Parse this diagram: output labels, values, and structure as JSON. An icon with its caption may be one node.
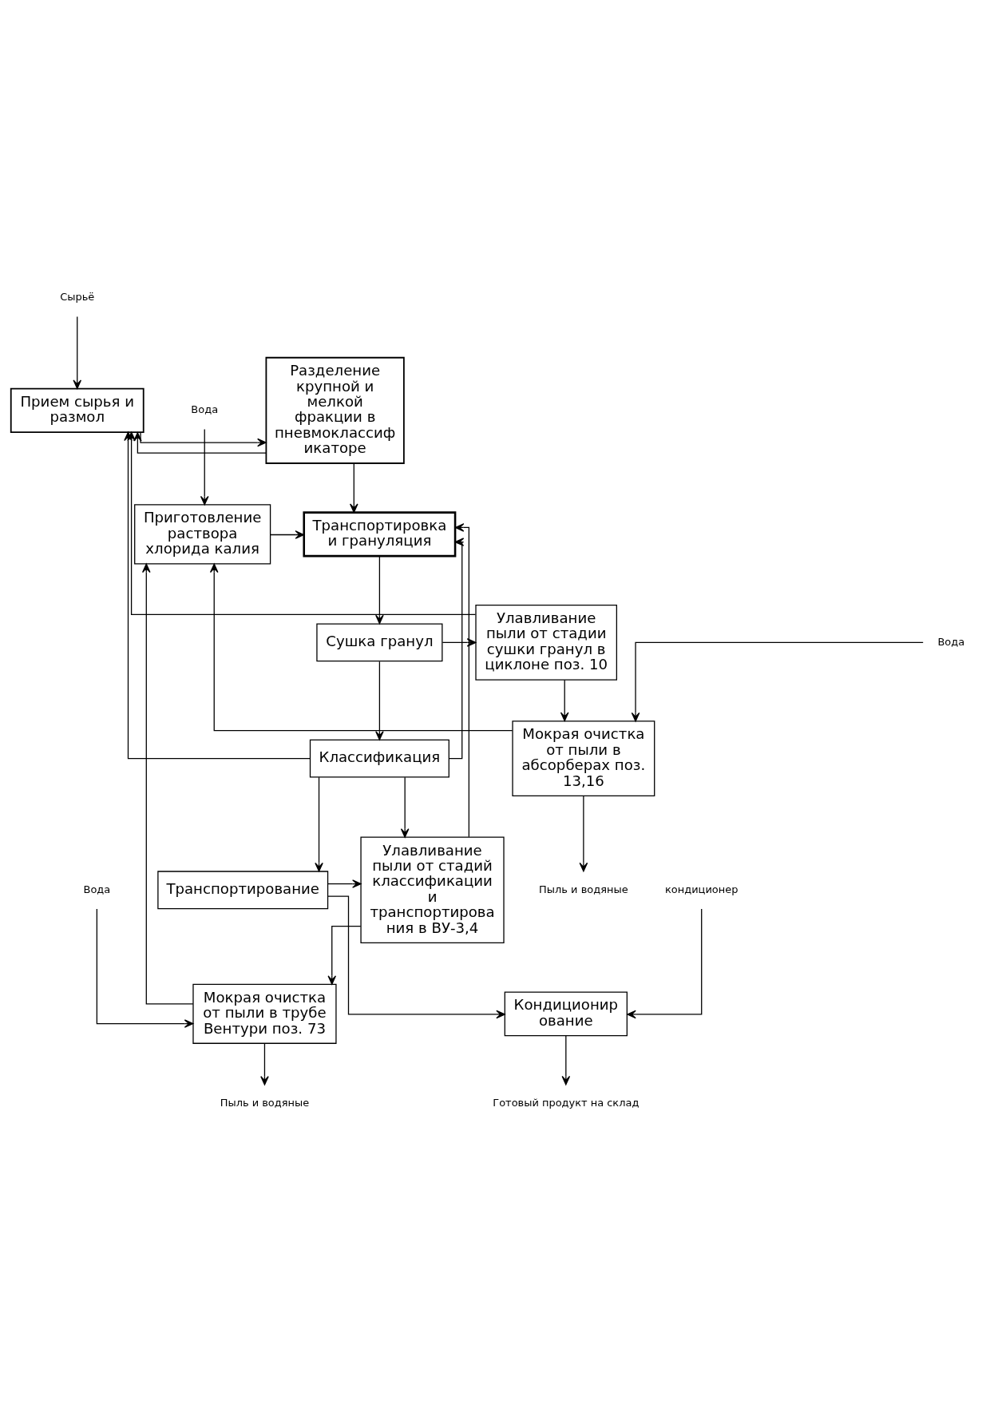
{
  "diagram": {
    "nodes": [
      {
        "text": [
          "Сырьё"
        ]
      },
      {
        "text": [
          "Разделение крупной и мелкой фракции в пневмоклассиф икаторе"
        ]
      },
      {
        "text": [
          "Прием сырья и размол"
        ]
      },
      {
        "text": [
          "Вода"
        ]
      },
      {
        "text": [
          "Приготовление раствора хлорида калия"
        ]
      },
      {
        "text": [
          "Транспортировка и грануляция"
        ]
      },
      {
        "text": [
          "Улавливание пыли от стадии сушки гранул в циклоне поз. 10"
        ]
      },
      {
        "text": [
          "Сушка гранул"
        ]
      },
      {
        "text": [
          "Мокрая очистка от пыли в абсорберах поз. 13,16"
        ]
      },
      {
        "text": [
          "Классификация"
        ]
      },
      {
        "text": [
          "Пыль и водяные"
        ]
      },
      {
        "text": [
          "Улавливание пыли от стадий классификации и транспортирова ния в ВУ-3,4"
        ]
      },
      {
        "text": [
          "Вода"
        ]
      },
      {
        "text": [
          "Транспортирование"
        ]
      },
      {
        "text": [
          "Кондиционир ование"
        ]
      },
      {
        "text": [
          "Готовый продукт на склад"
        ]
      },
      {
        "text": [
          "Пыль и водяные"
        ]
      },
      {
        "text": [
          "Мокрая очистка от пыли в трубе Вентури поз. 73"
        ]
      },
      {
        "text": [
          "кондиционер"
        ]
      },
      {
        "text": [
          "Вода"
        ]
      }
    ],
    "edges": [
      {
        "from": 0,
        "to": 2,
        "arrow": "to"
      },
      {
        "from": 2,
        "to": 1,
        "arrow": "to"
      },
      {
        "from": 1,
        "to": 2,
        "arrow": "to"
      },
      {
        "from": 9,
        "to": 2,
        "arrow": "to"
      },
      {
        "from": 6,
        "to": 2,
        "arrow": "to"
      },
      {
        "from": 1,
        "to": 5,
        "arrow": "to"
      },
      {
        "from": 3,
        "to": 4,
        "arrow": "to"
      },
      {
        "from": 4,
        "to": 5,
        "arrow": "to"
      },
      {
        "from": 17,
        "to": 4,
        "arrow": "to"
      },
      {
        "from": 8,
        "to": 4,
        "arrow": "to"
      },
      {
        "from": 11,
        "to": 5,
        "arrow": "to"
      },
      {
        "from": 9,
        "to": 5,
        "arrow": "to"
      },
      {
        "from": 5,
        "to": 7,
        "arrow": "to"
      },
      {
        "from": 7,
        "to": 6,
        "arrow": "to"
      },
      {
        "from": 7,
        "to": 9,
        "arrow": "to"
      },
      {
        "from": 6,
        "to": 8,
        "arrow": "to"
      },
      {
        "from": 8,
        "to": 10,
        "arrow": "to"
      },
      {
        "from": 12,
        "to": 8,
        "arrow": "to"
      },
      {
        "from": 9,
        "to": 11,
        "arrow": "to"
      },
      {
        "from": 9,
        "to": 13,
        "arrow": "to"
      },
      {
        "from": 13,
        "to": 11,
        "arrow": "to"
      },
      {
        "from": 13,
        "to": 14,
        "arrow": "to"
      },
      {
        "from": 14,
        "to": 15,
        "arrow": "to"
      },
      {
        "from": 18,
        "to": 14,
        "arrow": "to"
      },
      {
        "from": 11,
        "to": 17,
        "arrow": "to"
      },
      {
        "from": 17,
        "to": 16,
        "arrow": "to"
      },
      {
        "from": 19,
        "to": 17,
        "arrow": "to"
      }
    ]
  }
}
